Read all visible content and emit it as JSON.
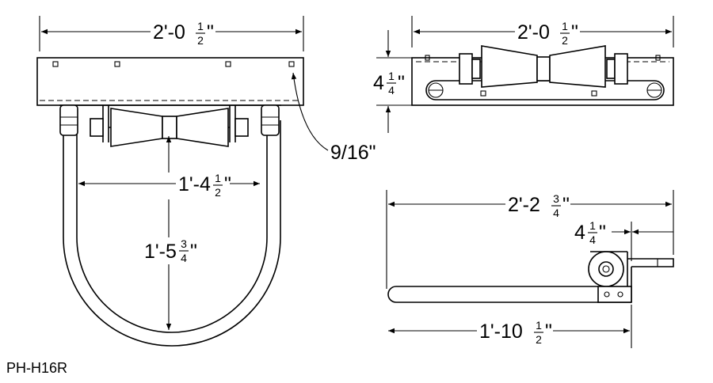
{
  "drawing": {
    "part_number": "PH-H16R",
    "front_view": {
      "width": {
        "whole": "2'-0",
        "num": "1",
        "den": "2",
        "unit": "\""
      },
      "inner_width": {
        "whole": "1'-4",
        "num": "1",
        "den": "2",
        "unit": "\""
      },
      "depth": {
        "whole": "1'-5",
        "num": "3",
        "den": "4",
        "unit": "\""
      },
      "hole": {
        "text": "9/16\""
      }
    },
    "top_view": {
      "width": {
        "whole": "2'-0",
        "num": "1",
        "den": "2",
        "unit": "\""
      },
      "height": {
        "whole": "4",
        "num": "1",
        "den": "4",
        "unit": "\""
      }
    },
    "side_view": {
      "overall": {
        "whole": "2'-2",
        "num": "3",
        "den": "4",
        "unit": "\""
      },
      "offset": {
        "whole": "4",
        "num": "1",
        "den": "4",
        "unit": "\""
      },
      "arm": {
        "whole": "1'-10",
        "num": "1",
        "den": "2",
        "unit": "\""
      }
    }
  }
}
